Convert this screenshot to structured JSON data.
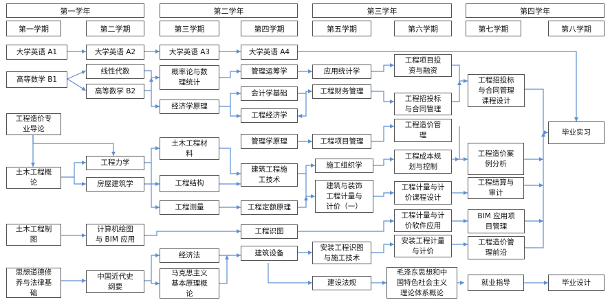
{
  "years": [
    "第一学年",
    "第二学年",
    "第三学年",
    "第四学年"
  ],
  "terms": [
    "第一学期",
    "第二学期",
    "第三学期",
    "第四学期",
    "第五学期",
    "第六学期",
    "第七学期",
    "第八学期"
  ],
  "courses": {
    "eng_a1": "大学英语 A1",
    "eng_a2": "大学英语 A2",
    "eng_a3": "大学英语 A3",
    "eng_a4": "大学英语 A4",
    "math_b1": "高等数学 B1",
    "linear_algebra": "线性代数",
    "math_b2": "高等数学 B2",
    "probability": "概率论与数\n理统计",
    "economics": "经济学原理",
    "operations": "管理运筹学",
    "accounting": "会计学基础",
    "eng_economics": "工程经济学",
    "management": "管理学原理",
    "applied_stats": "应用统计学",
    "eng_finance": "工程财务管理",
    "project_mgmt": "工程项目管理",
    "investment": "工程项目投\n资与融资",
    "bidding_6": "工程招投标\n与合同管理",
    "cost_mgmt": "工程造价管\n理",
    "cost_plan": "工程成本规\n划与控制",
    "bidding_course": "工程招投标\n与合同管理\n课程设计",
    "cost_cases": "工程造价案\n例分析",
    "settlement": "工程结算与\n审计",
    "bim_mgmt": "BIM 应用项\n目管理",
    "cost_frontier": "工程造价管\n理前沿",
    "internship": "毕业实习",
    "thesis": "毕业设计",
    "intro_cost": "工程造价专\n业导论",
    "intro_civil": "土木工程概\n论",
    "mechanics": "工程力学",
    "architecture": "房屋建筑学",
    "materials": "土木工程材\n料",
    "structures": "工程结构",
    "surveying": "工程测量",
    "construction": "建筑工程施\n工技术",
    "quota": "工程定额原理",
    "organization": "施工组织学",
    "measurement_1": "建筑与装饰\n工程计量与\n计价（一）",
    "measurement_course": "工程计量与计\n价课程设计",
    "drawing": "土木工程制\n图",
    "cad_bim": "计算机绘图\n与 BIM 应用",
    "blueprint": "工程识图",
    "software": "工程计量与计\n价软件应用",
    "ethics": "思想道德修\n养与法律基\n础",
    "history": "中国近代史\n纲要",
    "econ_law": "经济法",
    "marxism": "马克思主义\n基本原理概\n论",
    "equipment": "建筑设备",
    "install_blueprint": "安装工程识图\n与施工技术",
    "install_measure": "安装工程计量\n与计价",
    "regulations": "建设法规",
    "mao": "毛泽东思想和中\n国特色社会主义\n理论体系概论",
    "career": "就业指导"
  }
}
